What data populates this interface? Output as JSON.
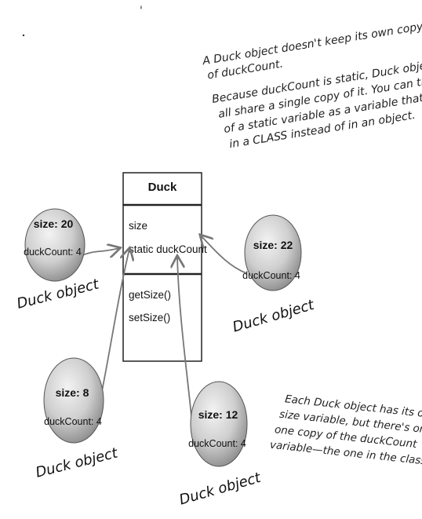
{
  "class_box": {
    "name": "Duck",
    "fields": [
      "size",
      "static duckCount"
    ],
    "methods": [
      "getSize()",
      "setSize()"
    ]
  },
  "duck_objects": [
    {
      "size_text": "size: 20",
      "count_text": "duckCount: 4",
      "label": "Duck object"
    },
    {
      "size_text": "size: 22",
      "count_text": "duckCount: 4",
      "label": "Duck object"
    },
    {
      "size_text": "size: 8",
      "count_text": "duckCount: 4",
      "label": "Duck object"
    },
    {
      "size_text": "size: 12",
      "count_text": "duckCount: 4",
      "label": "Duck object"
    }
  ],
  "notes": {
    "top_lines": [
      "A Duck object doesn't keep its own copy",
      "of duckCount.",
      "Because duckCount is static, Duck objects",
      "all share a single copy of it. You can think",
      "of a static variable as a variable that lives",
      "in a CLASS instead of in an object."
    ],
    "bottom_lines": [
      "Each Duck object has its own",
      "size variable, but there's only",
      "one copy of the duckCount",
      "variable—the one in the class."
    ]
  },
  "colors": {
    "sphere_light": "#e6e6e6",
    "sphere_dark": "#8f8f8f",
    "arrow": "#777777"
  }
}
